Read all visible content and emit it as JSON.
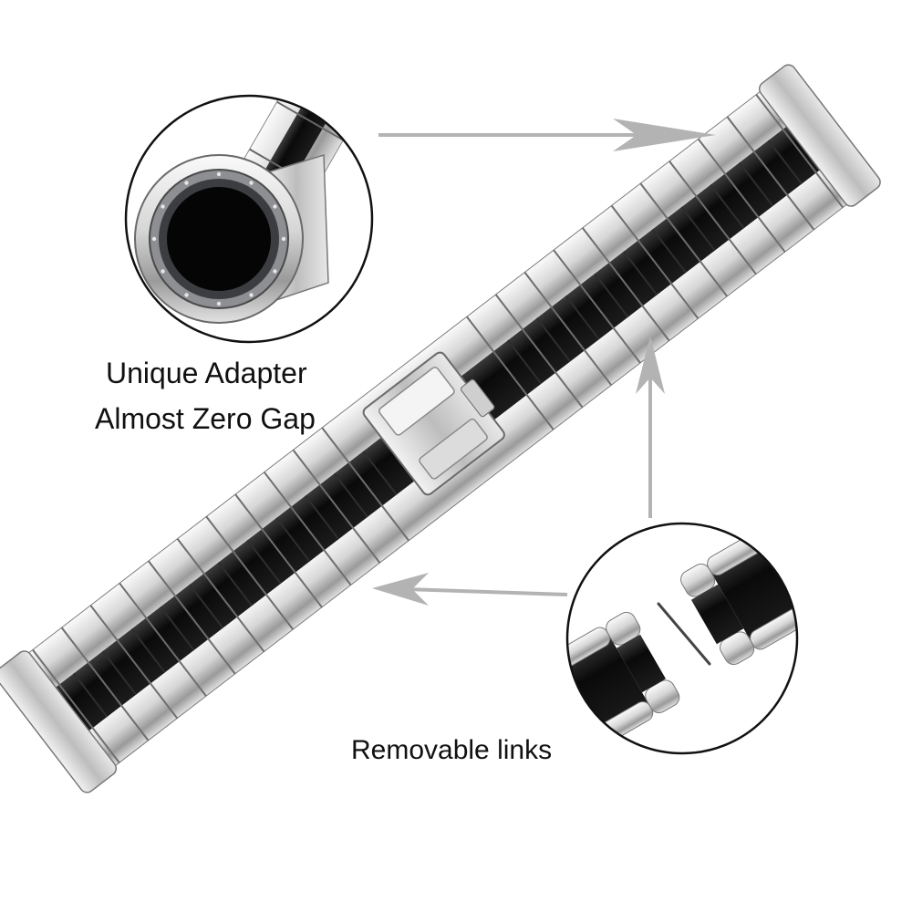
{
  "captions": {
    "adapter_line1": "Unique Adapter",
    "adapter_line2": "Almost Zero Gap",
    "links": "Removable links"
  },
  "colors": {
    "black_link": "#0c0c0c",
    "silver_light": "#f4f4f4",
    "silver_mid": "#c8c8c8",
    "silver_dark": "#8e8e8e",
    "arrow": "#b3b3b3",
    "circle_stroke": "#111111"
  },
  "icons": [
    "watch-face-icon",
    "link-pin-icon"
  ]
}
